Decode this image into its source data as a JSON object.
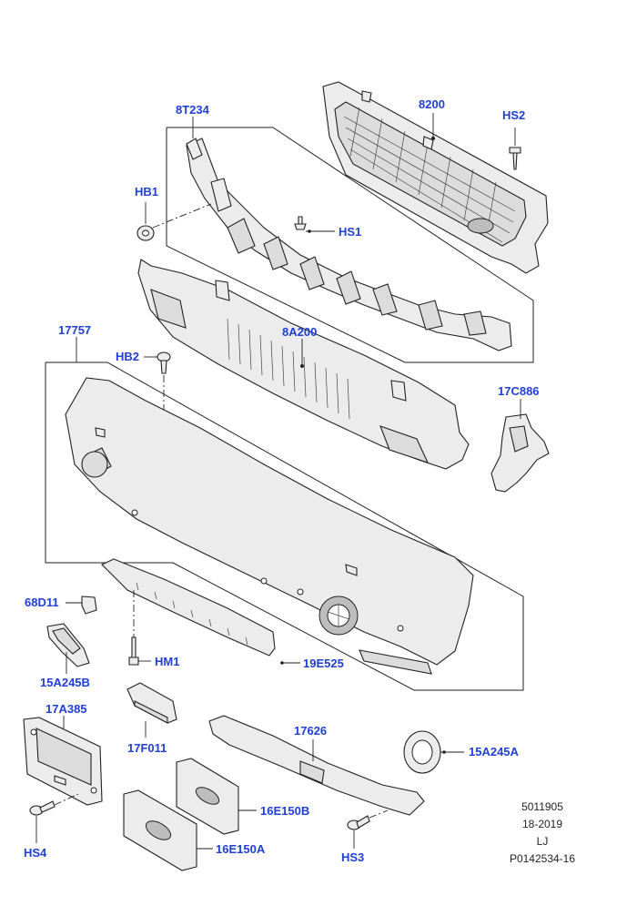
{
  "labels": {
    "p8T234": "8T234",
    "p8200": "8200",
    "pHS2": "HS2",
    "pHB1": "HB1",
    "pHS1": "HS1",
    "p8A200": "8A200",
    "p17757": "17757",
    "pHB2": "HB2",
    "p17C886": "17C886",
    "p68D11": "68D11",
    "pHM1": "HM1",
    "p19E525": "19E525",
    "p15A245B": "15A245B",
    "p17A385": "17A385",
    "p17F011": "17F011",
    "p17626": "17626",
    "p15A245A": "15A245A",
    "p16E150B": "16E150B",
    "p16E150A": "16E150A",
    "pHS4": "HS4",
    "pHS3": "HS3"
  },
  "reference": {
    "line1": "5011905",
    "line2": "18-2019",
    "line3": "LJ",
    "line4": "P0142534-16"
  },
  "colors": {
    "label_blue": "#1f3fd6",
    "line": "#222222",
    "part_fill": "#ececec"
  }
}
